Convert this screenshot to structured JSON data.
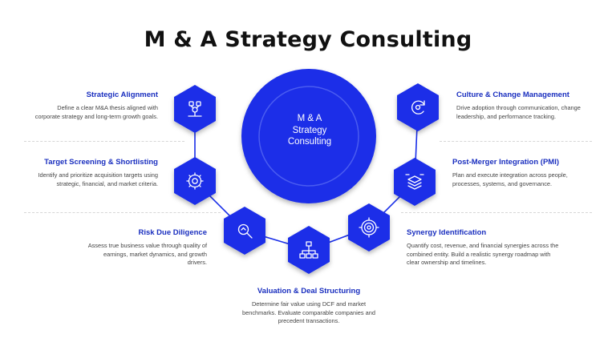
{
  "title": "M & A Strategy Consulting",
  "center": {
    "line1": "M & A",
    "line2": "Strategy",
    "line3": "Consulting"
  },
  "colors": {
    "primary": "#1a2fe8",
    "heading": "#1a2fbf",
    "dark": "#111111"
  },
  "items": [
    {
      "heading": "Strategic Alignment",
      "desc": "Define a clear M&A thesis aligned with corporate strategy and long-term growth goals.",
      "icon": "org-chart-target-icon"
    },
    {
      "heading": "Target Screening & Shortlisting",
      "desc": "Identify and prioritize acquisition targets using strategic, financial, and market criteria.",
      "icon": "gear-settings-icon"
    },
    {
      "heading": "Risk Due Diligence",
      "desc": "Assess true business value through quality of earnings, market dynamics, and growth drivers.",
      "icon": "magnifier-analysis-icon"
    },
    {
      "heading": "Valuation & Deal Structuring",
      "desc": "Determine fair value using DCF and market benchmarks. Evaluate comparable companies and precedent transactions.",
      "icon": "hierarchy-structure-icon"
    },
    {
      "heading": "Synergy Identification",
      "desc": "Quantify cost, revenue, and financial synergies across the combined entity. Build a realistic synergy roadmap with clear ownership and timelines.",
      "icon": "target-icon"
    },
    {
      "heading": "Post-Merger Integration (PMI)",
      "desc": "Plan and execute integration across people, processes, systems, and governance.",
      "icon": "layers-arrows-icon"
    },
    {
      "heading": "Culture & Change Management",
      "desc": "Drive adoption through communication, change leadership, and performance tracking.",
      "icon": "refresh-cycle-icon"
    }
  ]
}
